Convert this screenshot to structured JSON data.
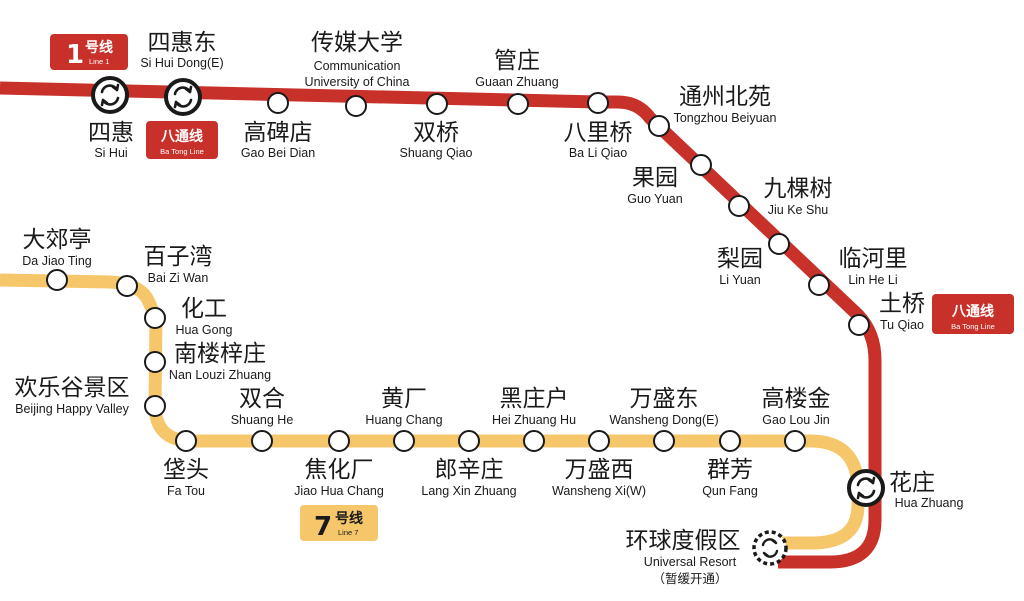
{
  "colors": {
    "batong_line": "#c8302a",
    "line7": "#f6c76a",
    "line1_badge": "#c8302a",
    "line7_badge": "#f6c76a"
  },
  "badges": {
    "line1": {
      "number": "1",
      "zh": "号线",
      "en": "Line 1"
    },
    "batong_a": {
      "zh": "八通线",
      "en": "Ba Tong Line"
    },
    "batong_b": {
      "zh": "八通线",
      "en": "Ba Tong Line"
    },
    "line7": {
      "number": "7",
      "zh": "号线",
      "en": "Line 7"
    }
  },
  "stations": {
    "si_hui_dong": {
      "zh": "四惠东",
      "en": "Si Hui Dong(E)"
    },
    "si_hui": {
      "zh": "四惠",
      "en": "Si Hui"
    },
    "gao_bei_dian": {
      "zh": "高碑店",
      "en": "Gao Bei Dian"
    },
    "chuanmei": {
      "zh": "传媒大学",
      "en1": "Communication",
      "en2": "University of China"
    },
    "shuang_qiao": {
      "zh": "双桥",
      "en": "Shuang Qiao"
    },
    "guanzhuang": {
      "zh": "管庄",
      "en": "Guaan Zhuang"
    },
    "ba_li_qiao": {
      "zh": "八里桥",
      "en": "Ba Li Qiao"
    },
    "tongzhou_beiyuan": {
      "zh": "通州北苑",
      "en": "Tongzhou Beiyuan"
    },
    "guo_yuan": {
      "zh": "果园",
      "en": "Guo Yuan"
    },
    "jiu_ke_shu": {
      "zh": "九棵树",
      "en": "Jiu Ke Shu"
    },
    "li_yuan": {
      "zh": "梨园",
      "en": "Li Yuan"
    },
    "lin_he_li": {
      "zh": "临河里",
      "en": "Lin He Li"
    },
    "tu_qiao": {
      "zh": "土桥",
      "en": "Tu Qiao"
    },
    "hua_zhuang": {
      "zh": "花庄",
      "en": "Hua Zhuang"
    },
    "universal": {
      "zh": "环球度假区",
      "en": "Universal Resort",
      "note": "（暂缓开通）"
    },
    "da_jiao_ting": {
      "zh": "大郊亭",
      "en": "Da Jiao Ting"
    },
    "bai_zi_wan": {
      "zh": "百子湾",
      "en": "Bai Zi Wan"
    },
    "hua_gong": {
      "zh": "化工",
      "en": "Hua Gong"
    },
    "nan_louzi": {
      "zh": "南楼梓庄",
      "en": "Nan Louzi Zhuang"
    },
    "happy_valley": {
      "zh": "欢乐谷景区",
      "en": "Beijing Happy Valley"
    },
    "fa_tou": {
      "zh": "垡头",
      "en": "Fa Tou"
    },
    "shuang_he": {
      "zh": "双合",
      "en": "Shuang He"
    },
    "jiao_hua_chang": {
      "zh": "焦化厂",
      "en": "Jiao Hua Chang"
    },
    "huang_chang": {
      "zh": "黄厂",
      "en": "Huang Chang"
    },
    "lang_xin_zhuang": {
      "zh": "郎辛庄",
      "en": "Lang Xin Zhuang"
    },
    "hei_zhuang_hu": {
      "zh": "黑庄户",
      "en": "Hei Zhuang Hu"
    },
    "wansheng_xi": {
      "zh": "万盛西",
      "en": "Wansheng Xi(W)"
    },
    "wansheng_dong": {
      "zh": "万盛东",
      "en": "Wansheng Dong(E)"
    },
    "qun_fang": {
      "zh": "群芳",
      "en": "Qun Fang"
    },
    "gao_lou_jin": {
      "zh": "高楼金",
      "en": "Gao Lou Jin"
    }
  }
}
